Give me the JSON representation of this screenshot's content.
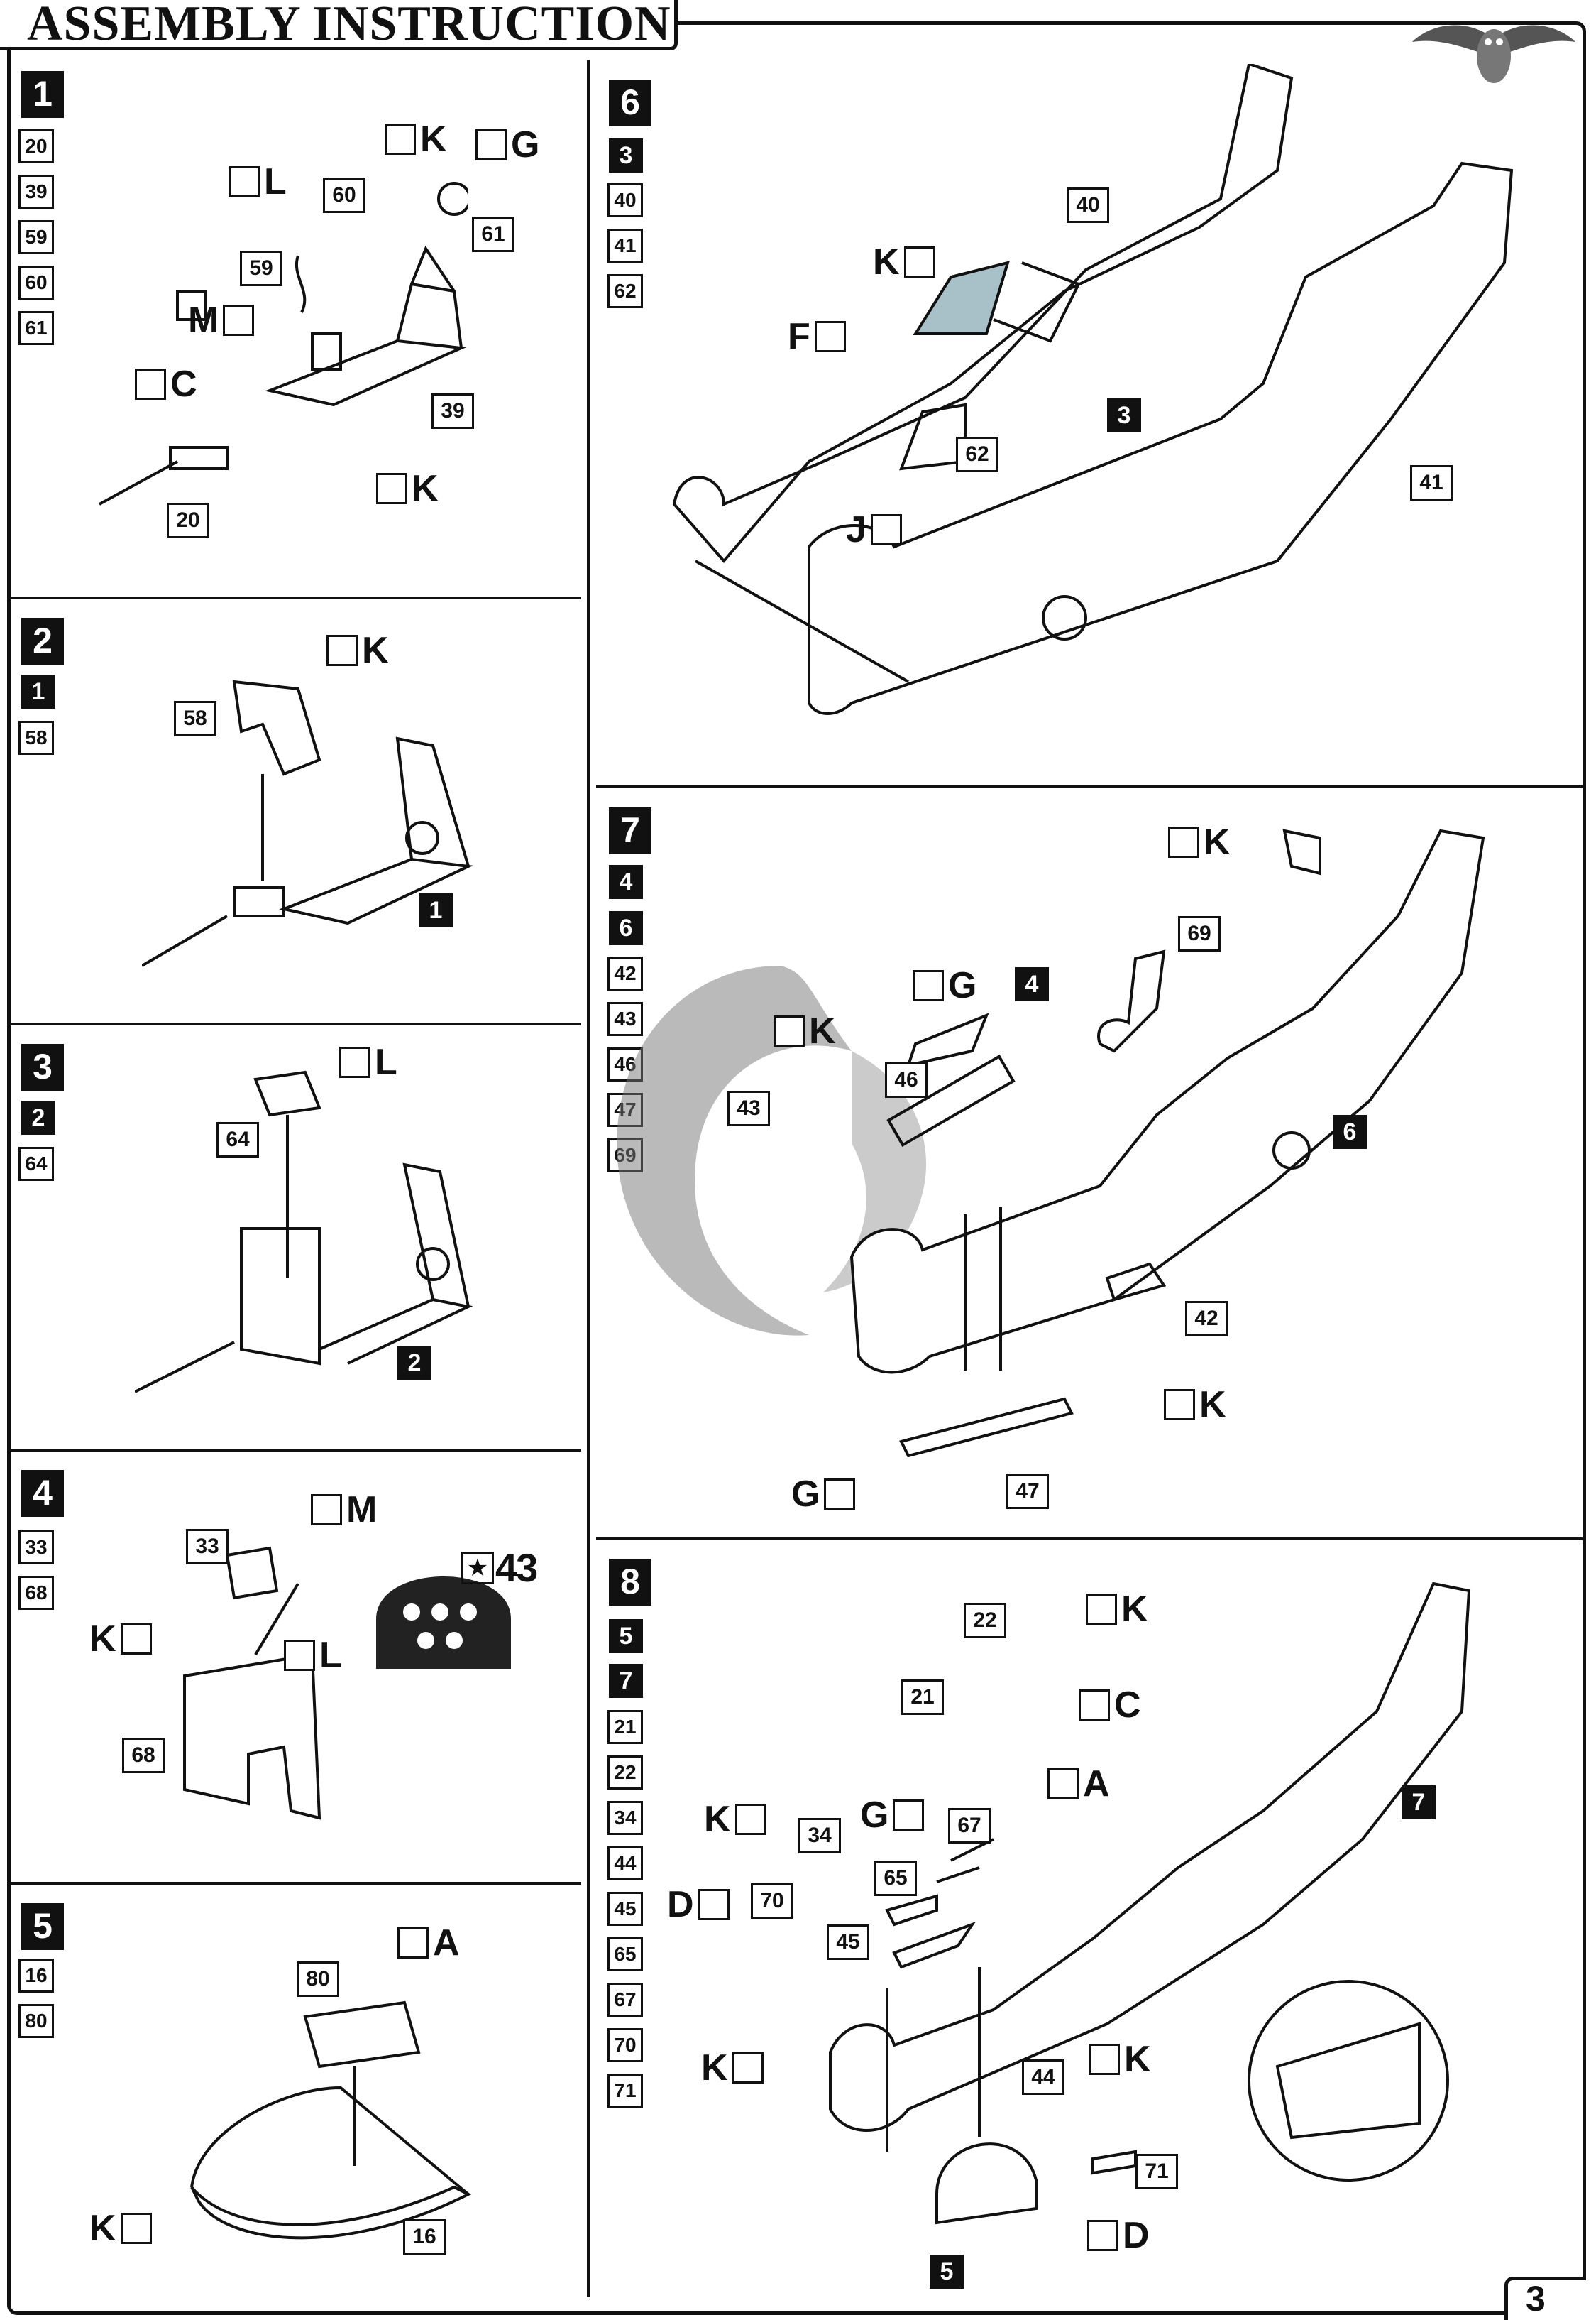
{
  "title": "ASSEMBLY INSTRUCTION",
  "page_number": "3",
  "steps": [
    {
      "num": "1",
      "parts": [
        "20",
        "39",
        "59",
        "60",
        "61"
      ],
      "ref_steps": [],
      "labels": [
        "60",
        "61",
        "59",
        "39",
        "20"
      ],
      "paints": [
        "K",
        "G",
        "L",
        "M",
        "C",
        "K"
      ]
    },
    {
      "num": "2",
      "ref_steps": [
        "1"
      ],
      "parts": [
        "58"
      ],
      "labels": [
        "58",
        "1"
      ],
      "paints": [
        "K"
      ]
    },
    {
      "num": "3",
      "ref_steps": [
        "2"
      ],
      "parts": [
        "64"
      ],
      "labels": [
        "64",
        "2"
      ],
      "paints": [
        "L"
      ]
    },
    {
      "num": "4",
      "ref_steps": [],
      "parts": [
        "33",
        "68"
      ],
      "labels": [
        "33",
        "68"
      ],
      "paints": [
        "M",
        "K",
        "L"
      ],
      "decal": "43"
    },
    {
      "num": "5",
      "ref_steps": [],
      "parts": [
        "16",
        "80"
      ],
      "labels": [
        "80",
        "16"
      ],
      "paints": [
        "A",
        "K"
      ]
    },
    {
      "num": "6",
      "ref_steps": [
        "3"
      ],
      "parts": [
        "40",
        "41",
        "62"
      ],
      "labels": [
        "40",
        "3",
        "62",
        "41"
      ],
      "paints": [
        "K",
        "F",
        "J"
      ]
    },
    {
      "num": "7",
      "ref_steps": [
        "4",
        "6"
      ],
      "parts": [
        "42",
        "43",
        "46",
        "47",
        "69"
      ],
      "labels": [
        "69",
        "46",
        "43",
        "4",
        "6",
        "42",
        "47"
      ],
      "paints": [
        "K",
        "G",
        "K",
        "K",
        "G"
      ]
    },
    {
      "num": "8",
      "ref_steps": [
        "5",
        "7"
      ],
      "parts": [
        "21",
        "22",
        "34",
        "44",
        "45",
        "65",
        "67",
        "70",
        "71"
      ],
      "labels": [
        "22",
        "21",
        "67",
        "34",
        "65",
        "70",
        "45",
        "44",
        "71",
        "7",
        "5"
      ],
      "paints": [
        "K",
        "C",
        "A",
        "G",
        "K",
        "D",
        "K",
        "K",
        "D"
      ]
    }
  ]
}
